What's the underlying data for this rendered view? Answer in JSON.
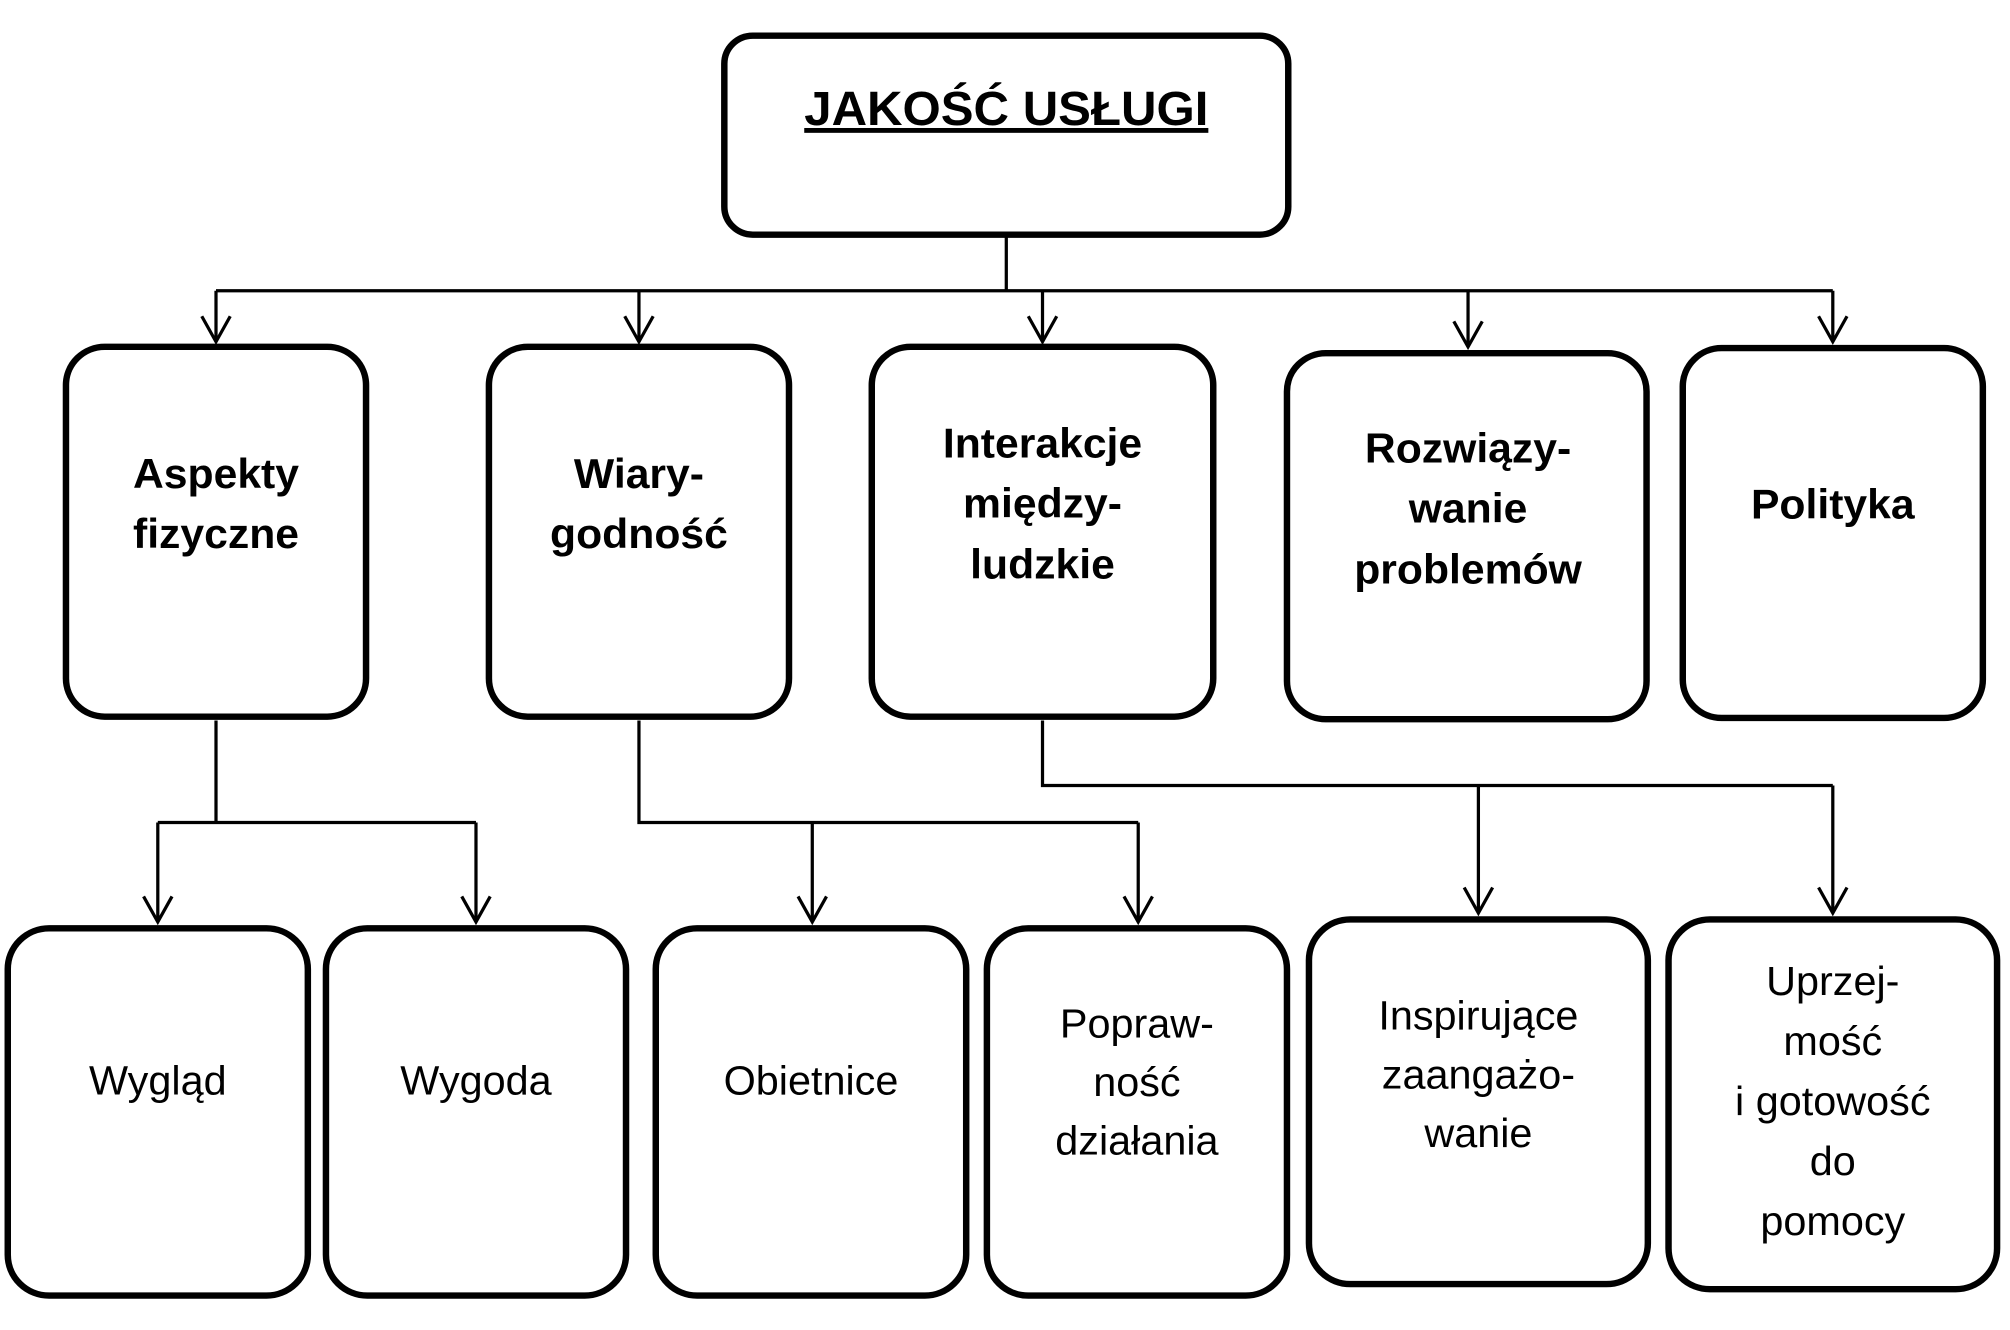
{
  "diagram": {
    "root": {
      "label": "JAKOŚĆ USŁUGI"
    },
    "categories": [
      {
        "id": "aspekty",
        "lines": [
          "Aspekty",
          "fizyczne"
        ]
      },
      {
        "id": "wiarygodnosc",
        "lines": [
          "Wiary-",
          "godność"
        ]
      },
      {
        "id": "interakcje",
        "lines": [
          "Interakcje",
          "między-",
          "ludzkie"
        ]
      },
      {
        "id": "rozwiazywanie",
        "lines": [
          "Rozwiązy-",
          "wanie",
          "problemów"
        ]
      },
      {
        "id": "polityka",
        "lines": [
          "Polityka"
        ]
      }
    ],
    "subcategories": [
      {
        "parent": "aspekty",
        "lines": [
          "Wygląd"
        ]
      },
      {
        "parent": "aspekty",
        "lines": [
          "Wygoda"
        ]
      },
      {
        "parent": "wiarygodnosc",
        "lines": [
          "Obietnice"
        ]
      },
      {
        "parent": "wiarygodnosc",
        "lines": [
          "Popraw-",
          "ność",
          "działania"
        ]
      },
      {
        "parent": "interakcje",
        "lines": [
          "Inspirujące",
          "zaangażo-",
          "wanie"
        ]
      },
      {
        "parent": "interakcje",
        "lines": [
          "Uprzej-",
          "mość",
          "i gotowość",
          "do",
          "pomocy"
        ]
      }
    ]
  }
}
